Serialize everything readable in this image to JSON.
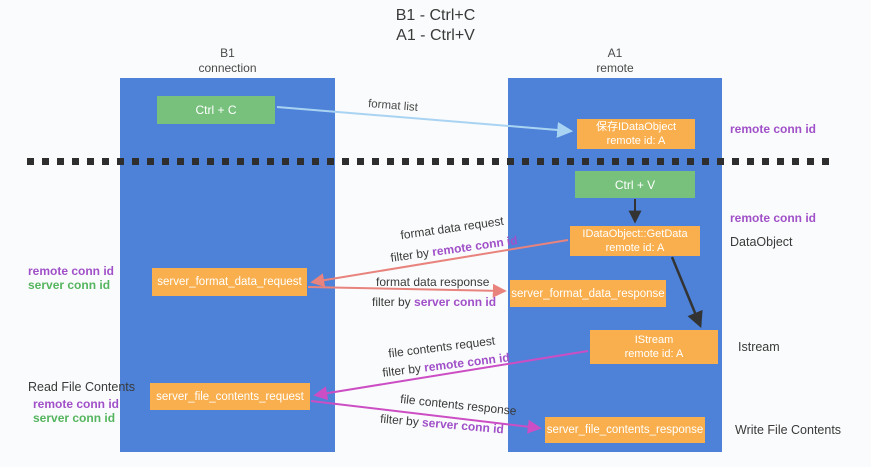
{
  "title": {
    "line1": "B1 - Ctrl+C",
    "line2": "A1 - Ctrl+V"
  },
  "columns": {
    "left": {
      "name": "B1",
      "role": "connection"
    },
    "right": {
      "name": "A1",
      "role": "remote"
    }
  },
  "nodes": {
    "ctrl_c": "Ctrl + C",
    "ctrl_v": "Ctrl + V",
    "save_idataobject": {
      "line1": "保存IDataObject",
      "line2": "remote id: A"
    },
    "getdata": {
      "line1": "IDataObject::GetData",
      "line2": "remote id: A"
    },
    "istream": {
      "line1": "IStream",
      "line2": "remote id: A"
    },
    "server_format_data_request": "server_format_data_request",
    "server_format_data_response": "server_format_data_response",
    "server_file_contents_request": "server_file_contents_request",
    "server_file_contents_response": "server_file_contents_response"
  },
  "arrow_labels": {
    "format_list": "format list",
    "format_data_request": "format data request",
    "format_data_request_filter_prefix": "filter by ",
    "format_data_request_filter_key": "remote conn id",
    "format_data_response": "format data response",
    "format_data_response_filter_prefix": "filter by ",
    "format_data_response_filter_key": "server conn id",
    "file_contents_request": "file contents request",
    "file_contents_request_filter_prefix": "filter by ",
    "file_contents_request_filter_key": "remote conn id",
    "file_contents_response": "file contents response",
    "file_contents_response_filter_prefix": "filter by ",
    "file_contents_response_filter_key": "server conn id"
  },
  "annotations": {
    "right_top_remote_conn_id": "remote conn id",
    "right_mid_remote_conn_id": "remote conn id",
    "dataobject": "DataObject",
    "istream": "Istream",
    "write_file_contents": "Write File Contents",
    "left_remote_conn_id": "remote conn id",
    "left_server_conn_id": "server conn id",
    "read_file_contents": "Read File Contents",
    "left_bottom_remote_conn_id": "remote conn id",
    "left_bottom_server_conn_id": "server conn id"
  },
  "colors": {
    "lifeline_blue": "#4d82d8",
    "node_green": "#77c17d",
    "node_orange": "#f9af4d",
    "arrow_light_blue": "#a9d3f2",
    "arrow_salmon": "#e8837d",
    "arrow_magenta": "#cc4ec4",
    "arrow_black": "#333333",
    "text_purple": "#a050c8",
    "text_green": "#55b55f"
  }
}
